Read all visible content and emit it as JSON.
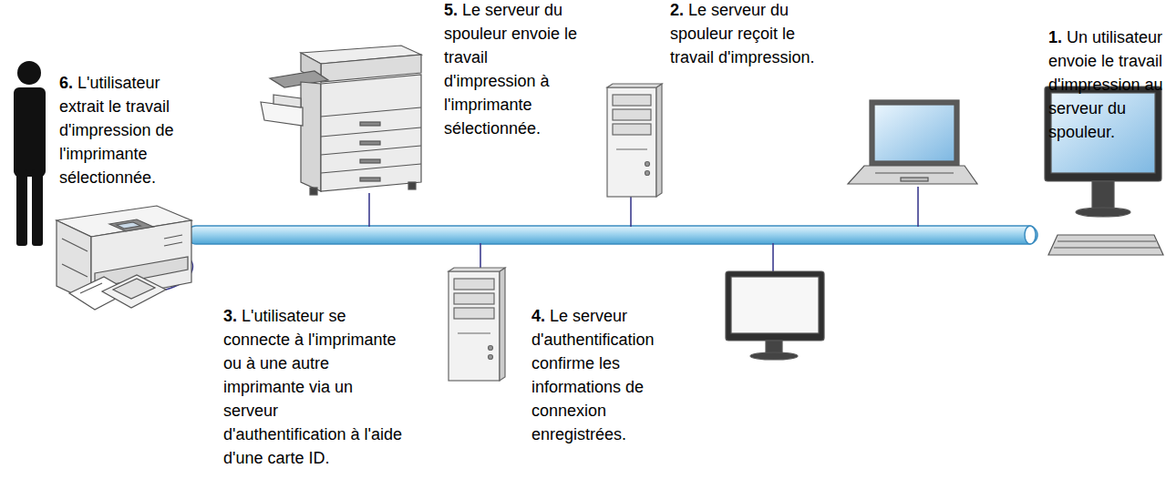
{
  "diagram": {
    "labels": [
      "6.",
      "L'utilisateur extrait le travail d'impression de l'imprimante sélectionnée.",
      "5.",
      "Le serveur du spouleur envoie le travail d'impression à l'imprimante sélectionnée.",
      "2.",
      "Le serveur du spouleur reçoit le travail d'impression.",
      "1.",
      "Un utilisateur envoie le travail d'impression au serveur du spouleur.",
      "3.",
      "L'utilisateur se connecte à l'imprimante ou à une autre imprimante via un serveur d'authentification à l'aide d'une carte ID.",
      "4.",
      "Le serveur d'authentification confirme les informations de connexion enregistrées."
    ]
  }
}
